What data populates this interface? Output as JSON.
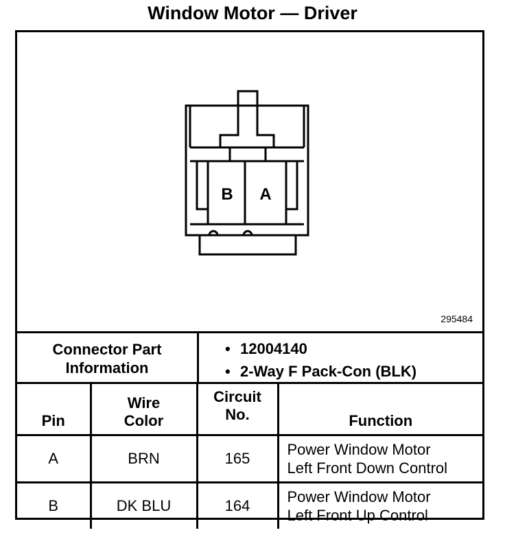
{
  "title": "Window Motor — Driver",
  "diagram": {
    "reference_number": "295484",
    "cavity_labels": [
      "B",
      "A"
    ]
  },
  "connector_info": {
    "label_line1": "Connector Part",
    "label_line2": "Information",
    "items": [
      "12004140",
      "2-Way F Pack-Con (BLK)"
    ],
    "bullet": "•"
  },
  "table": {
    "headers": {
      "pin": "Pin",
      "wire_color_line1": "Wire",
      "wire_color_line2": "Color",
      "circuit_line1": "Circuit",
      "circuit_line2": "No.",
      "function": "Function"
    },
    "rows": [
      {
        "pin": "A",
        "wire_color": "BRN",
        "circuit": "165",
        "function_line1": "Power Window Motor",
        "function_line2": "Left Front Down Control"
      },
      {
        "pin": "B",
        "wire_color": "DK BLU",
        "circuit": "164",
        "function_line1": "Power Window Motor",
        "function_line2": "Left Front Up Control"
      }
    ]
  }
}
